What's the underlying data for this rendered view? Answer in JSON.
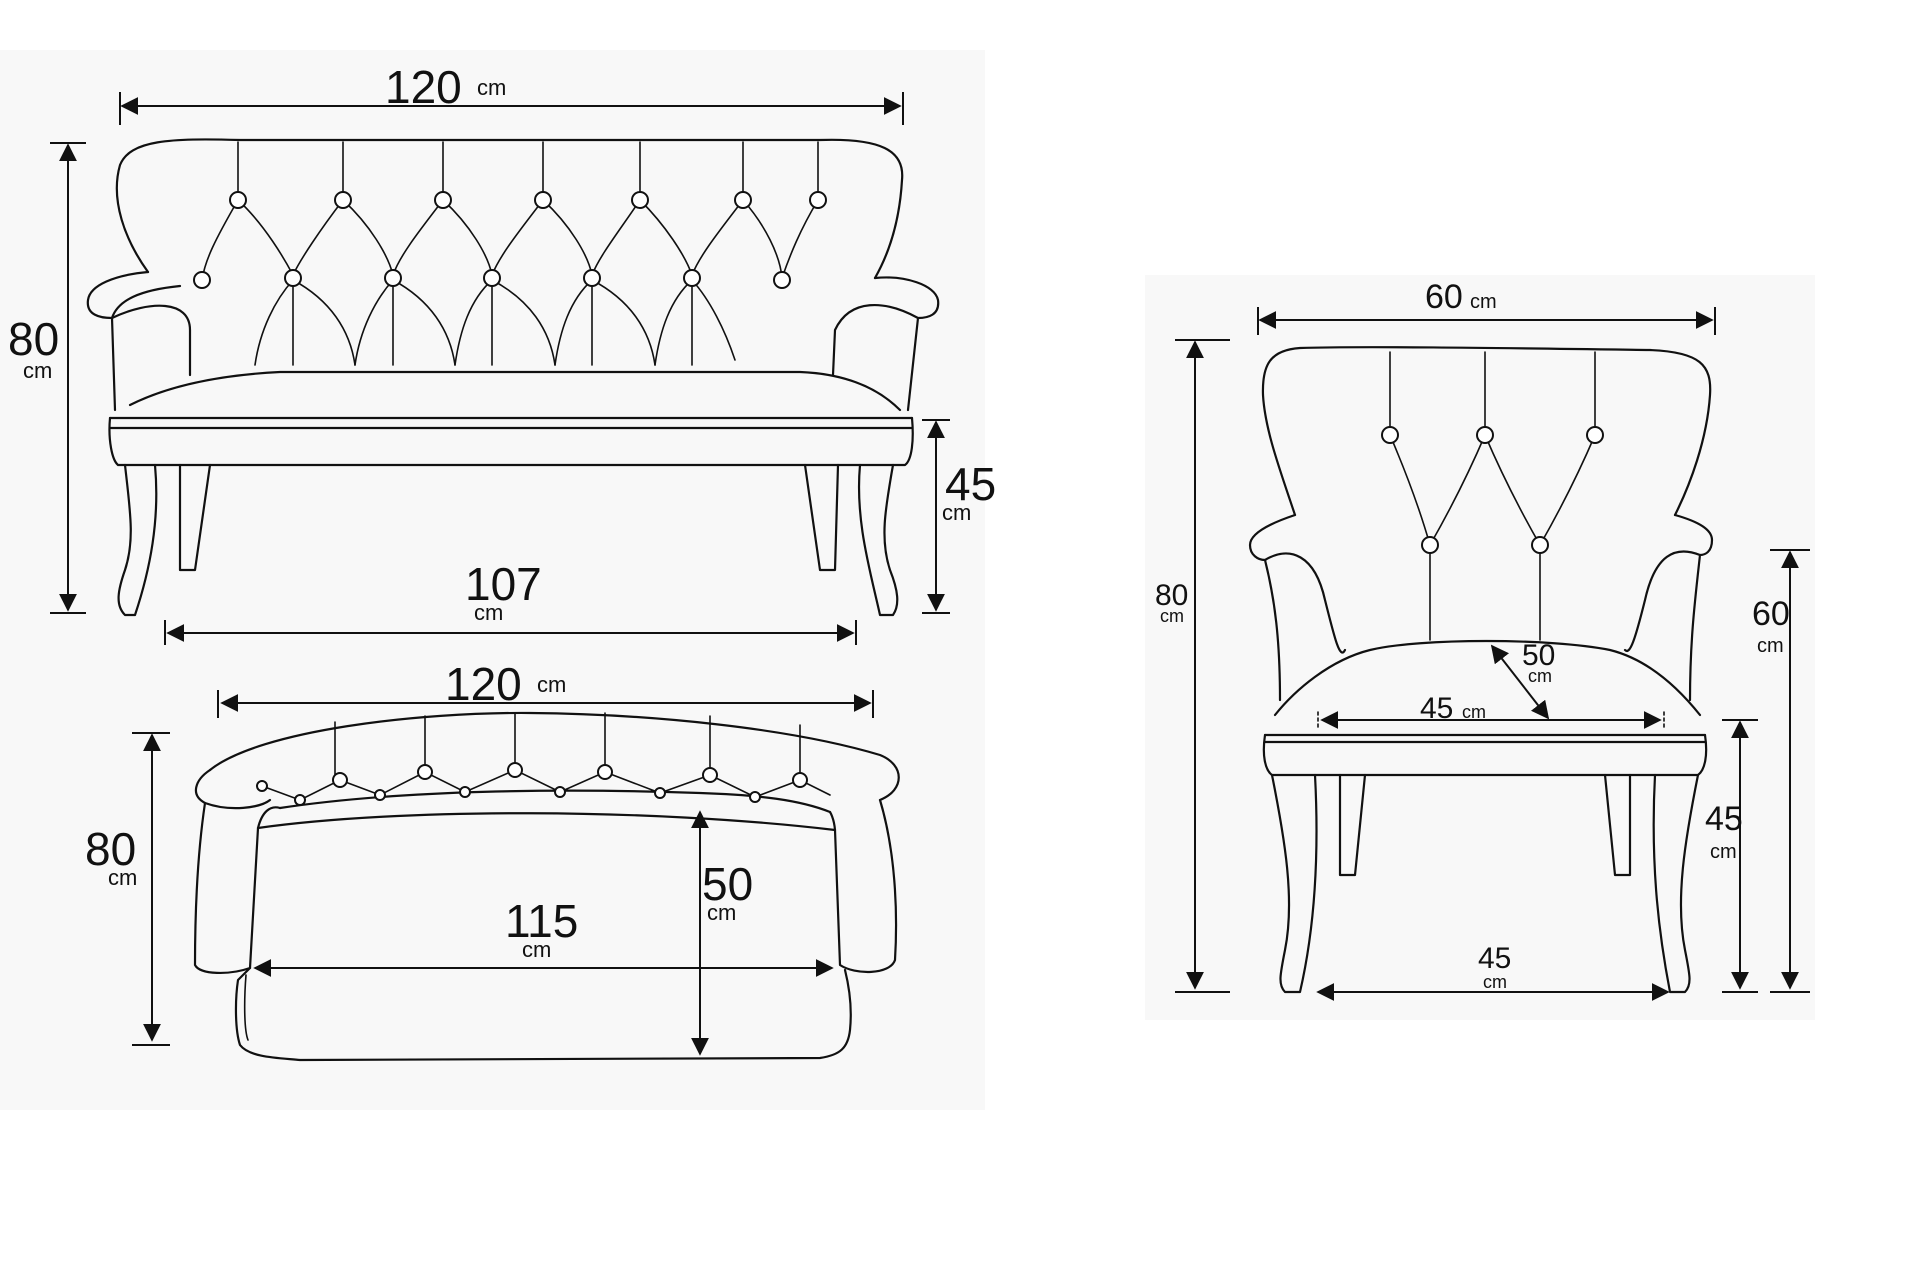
{
  "sofa_front": {
    "width": {
      "value": "120",
      "unit": "cm"
    },
    "height": {
      "value": "80",
      "unit": "cm"
    },
    "seat_height": {
      "value": "45",
      "unit": "cm"
    },
    "leg_span": {
      "value": "107",
      "unit": "cm"
    }
  },
  "sofa_top": {
    "width": {
      "value": "120",
      "unit": "cm"
    },
    "height": {
      "value": "80",
      "unit": "cm"
    },
    "seat_width": {
      "value": "115",
      "unit": "cm"
    },
    "seat_depth": {
      "value": "50",
      "unit": "cm"
    }
  },
  "armchair": {
    "width": {
      "value": "60",
      "unit": "cm"
    },
    "height": {
      "value": "80",
      "unit": "cm"
    },
    "arm_height": {
      "value": "60",
      "unit": "cm"
    },
    "seat_height": {
      "value": "45",
      "unit": "cm"
    },
    "seat_depth": {
      "value": "50",
      "unit": "cm"
    },
    "seat_width": {
      "value": "45",
      "unit": "cm"
    },
    "leg_span": {
      "value": "45",
      "unit": "cm"
    }
  }
}
